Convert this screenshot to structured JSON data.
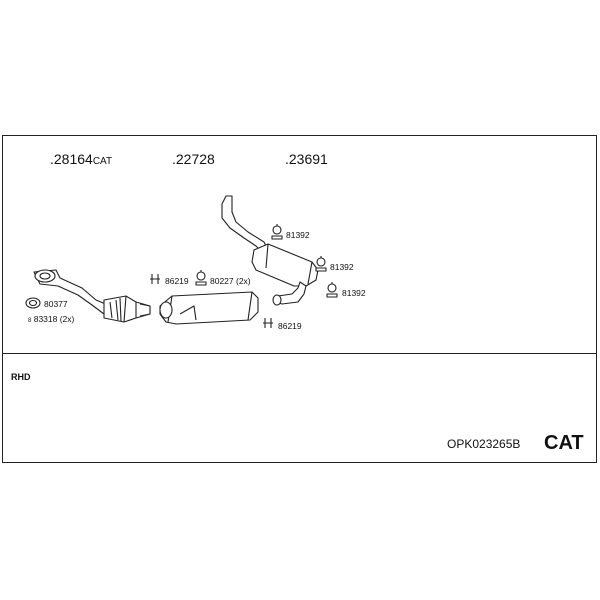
{
  "parts": {
    "p1": {
      "number": ".28164",
      "suffix": "CAT"
    },
    "p2": {
      "number": ".22728"
    },
    "p3": {
      "number": ".23691"
    }
  },
  "fittings": {
    "f80377": "80377",
    "f83318": "83318 (2x)",
    "f83318_prefix": "8",
    "f86219_a": "86219",
    "f80227": "80227 (2x)",
    "f86219_b": "86219",
    "f81392_a": "81392",
    "f81392_b": "81392",
    "f81392_c": "81392"
  },
  "labels": {
    "rhd": "RHD",
    "code": "OPK023265B",
    "cat": "CAT"
  },
  "colors": {
    "line": "#222222",
    "fill": "#ffffff"
  }
}
